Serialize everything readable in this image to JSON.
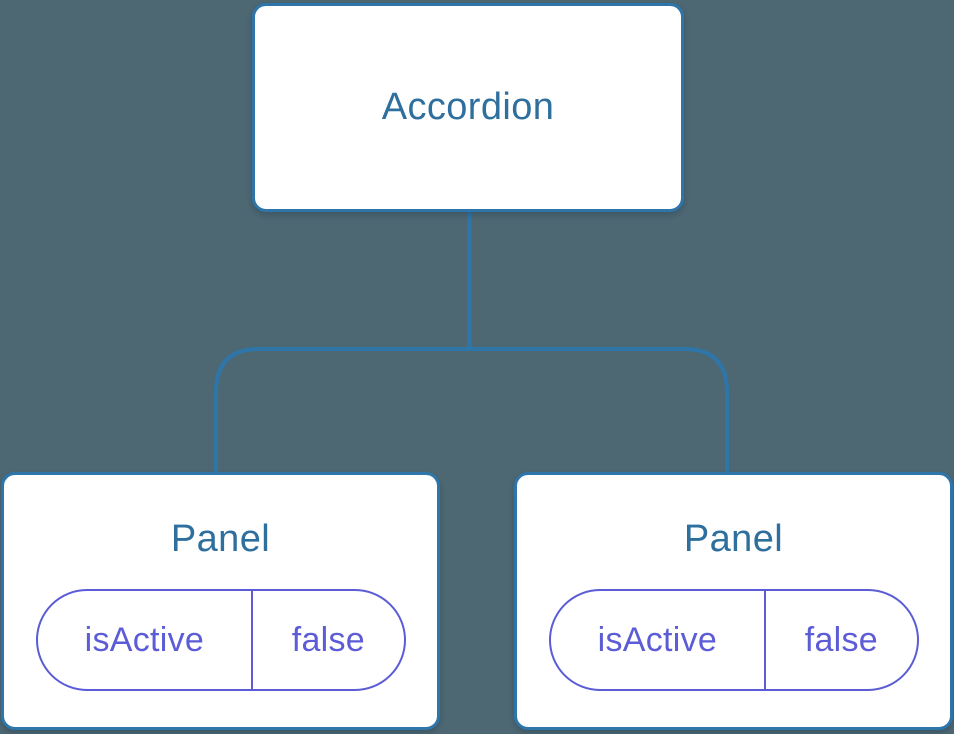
{
  "diagram": {
    "description": "React component tree diagram",
    "tree": {
      "root": {
        "label": "Accordion"
      },
      "children": [
        {
          "label": "Panel",
          "state": {
            "name": "isActive",
            "value": "false"
          }
        },
        {
          "label": "Panel",
          "state": {
            "name": "isActive",
            "value": "false"
          }
        }
      ]
    }
  },
  "colors": {
    "background": "#4d6873",
    "node_background": "#ffffff",
    "node_border": "#2e76a9",
    "node_text": "#2f6f9e",
    "connector": "#2e76a9",
    "state_accent": "#5b5cd6"
  }
}
